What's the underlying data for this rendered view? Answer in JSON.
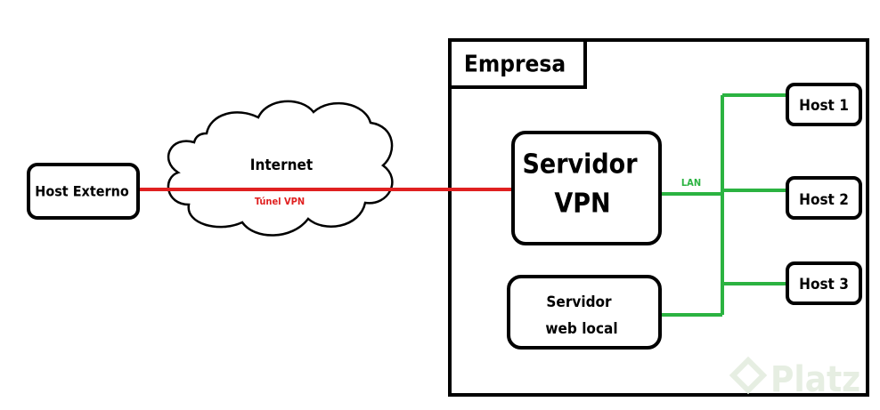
{
  "company": {
    "label": "Empresa"
  },
  "external_host": {
    "label": "Host Externo"
  },
  "cloud": {
    "label": "Internet"
  },
  "tunnel": {
    "label": "Túnel VPN",
    "color": "#e02020"
  },
  "vpn_server": {
    "line1": "Servidor",
    "line2": "VPN"
  },
  "web_server": {
    "line1": "Servidor",
    "line2": "web local"
  },
  "lan": {
    "label": "LAN",
    "color": "#2bb341"
  },
  "hosts": [
    {
      "label": "Host 1"
    },
    {
      "label": "Host 2"
    },
    {
      "label": "Host 3"
    }
  ],
  "watermark": {
    "label": "Platz",
    "color": "#e6eee2"
  }
}
